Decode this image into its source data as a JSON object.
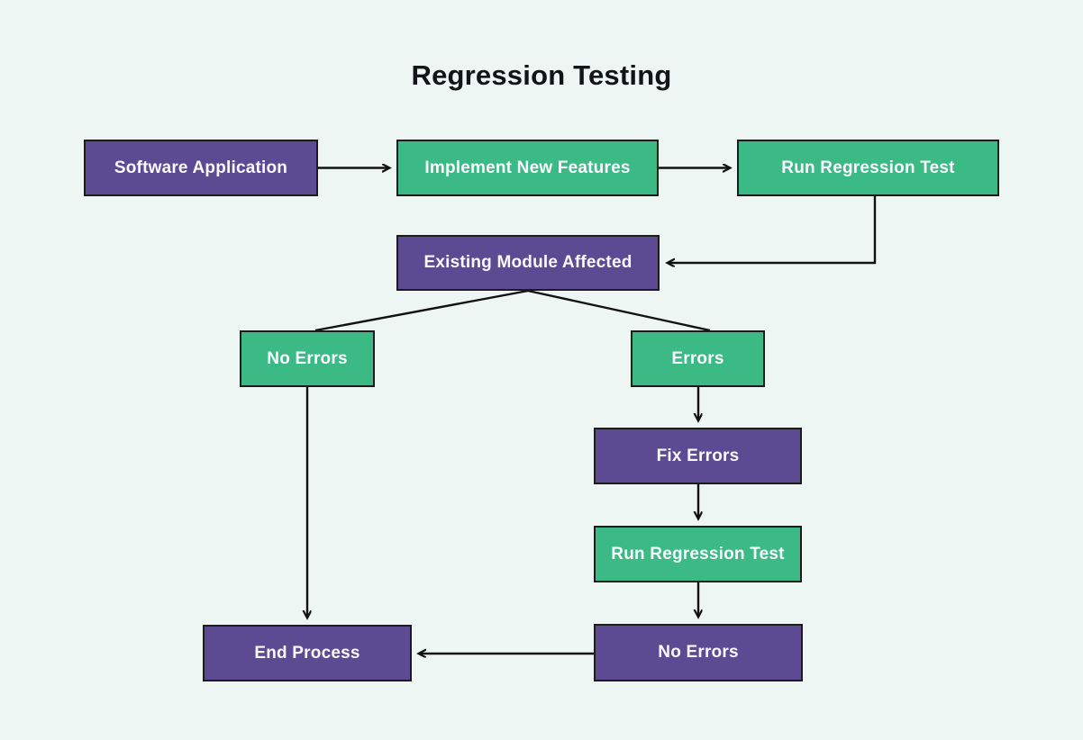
{
  "title": "Regression Testing",
  "colors": {
    "bg": "#EDF6F2",
    "purple": "#5C4A93",
    "green": "#3CBA85",
    "border": "#1C1C1C",
    "line": "#111111",
    "title": "#121417",
    "node_text": "#FAF9FD"
  },
  "nodes": [
    {
      "id": "software-application",
      "label": "Software Application",
      "color": "purple"
    },
    {
      "id": "implement-new-features",
      "label": "Implement New Features",
      "color": "green"
    },
    {
      "id": "run-regression-test-1",
      "label": "Run Regression Test",
      "color": "green"
    },
    {
      "id": "existing-module-affected",
      "label": "Existing Module Affected",
      "color": "purple"
    },
    {
      "id": "no-errors-branch",
      "label": "No Errors",
      "color": "green"
    },
    {
      "id": "errors-branch",
      "label": "Errors",
      "color": "green"
    },
    {
      "id": "fix-errors",
      "label": "Fix Errors",
      "color": "purple"
    },
    {
      "id": "run-regression-test-2",
      "label": "Run Regression Test",
      "color": "green"
    },
    {
      "id": "no-errors-final",
      "label": "No Errors",
      "color": "purple"
    },
    {
      "id": "end-process",
      "label": "End Process",
      "color": "purple"
    }
  ]
}
